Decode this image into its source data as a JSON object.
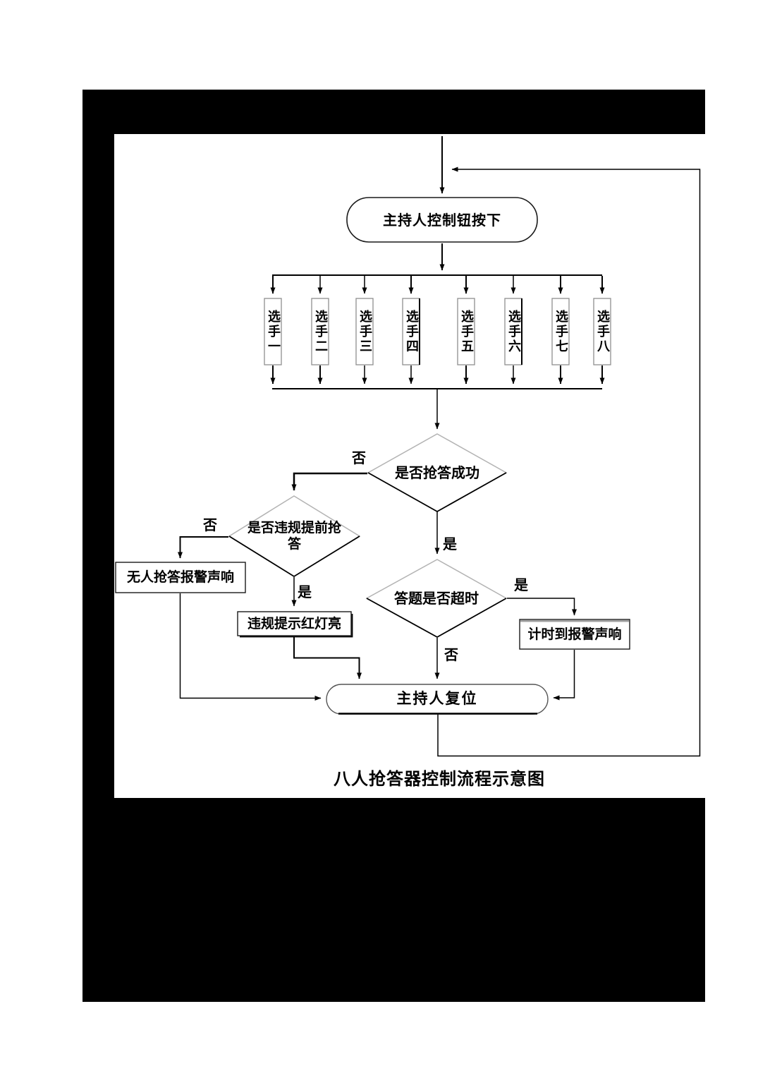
{
  "figure": {
    "caption": "八人抢答器控制流程示意图"
  },
  "flowchart": {
    "start_node": "主持人控制钮按下",
    "players": [
      "选手一",
      "选手二",
      "选手三",
      "选手四",
      "选手五",
      "选手六",
      "选手七",
      "选手八"
    ],
    "decision_grab_success": "是否抢答成功",
    "decision_early_violation_line1": "是否违规提前抢",
    "decision_early_violation_line2": "答",
    "decision_answer_timeout": "答题是否超时",
    "process_no_answer_alarm": "无人抢答报警声响",
    "process_violation_red_light": "违规提示红灯亮",
    "process_timeout_alarm": "计时到报警声响",
    "end_node_host_reset": "主持人复位",
    "labels": {
      "d1_no": "否",
      "d1_yes": "是",
      "d2_no": "否",
      "d2_yes": "是",
      "d3_yes": "是",
      "d3_no": "否"
    },
    "colors": {
      "line": "#000000",
      "diamond_highlight": "#b3b3b3",
      "frame": "#000000",
      "background": "#ffffff"
    }
  }
}
